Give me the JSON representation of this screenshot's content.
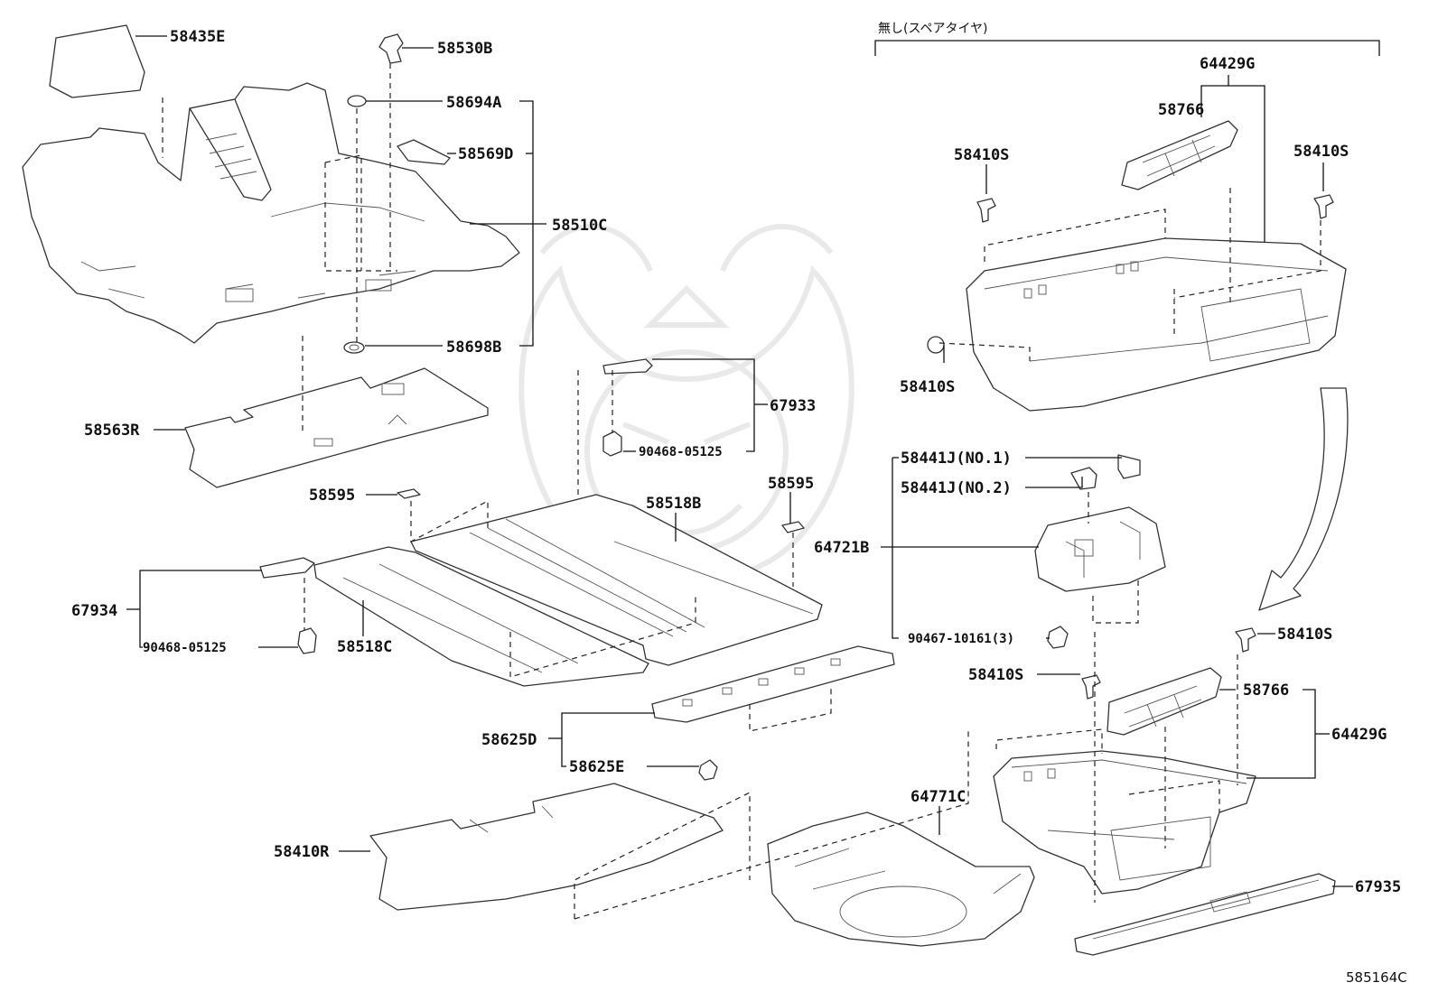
{
  "diagram_ref": "585164C",
  "group_header": "無し(スペアタイヤ)",
  "labels": {
    "l_58435E": "58435E",
    "l_58530B": "58530B",
    "l_58694A": "58694A",
    "l_58569D": "58569D",
    "l_58510C": "58510C",
    "l_58698B": "58698B",
    "l_58563R": "58563R",
    "l_67933": "67933",
    "l_90468_top": "90468-05125",
    "l_58595_left": "58595",
    "l_58595_right": "58595",
    "l_58518B": "58518B",
    "l_67934": "67934",
    "l_90468_left": "90468-05125",
    "l_58518C": "58518C",
    "l_58625D": "58625D",
    "l_58625E": "58625E",
    "l_58410R": "58410R",
    "l_64771C": "64771C",
    "l_64429G_top": "64429G",
    "l_58766_top": "58766",
    "l_58410S_a": "58410S",
    "l_58410S_b": "58410S",
    "l_58410S_c": "58410S",
    "l_58441J_1": "58441J(NO.1)",
    "l_58441J_2": "58441J(NO.2)",
    "l_64721B": "64721B",
    "l_90467": "90467-10161(3)",
    "l_58410S_d": "58410S",
    "l_58410S_e": "58410S",
    "l_58766_bot": "58766",
    "l_64429G_bot": "64429G",
    "l_67935": "67935"
  }
}
